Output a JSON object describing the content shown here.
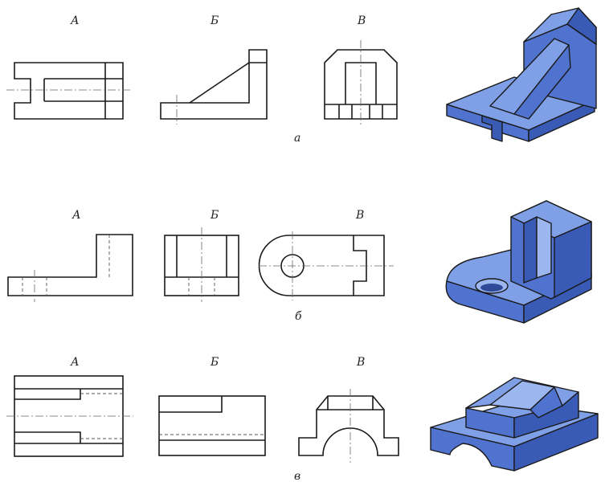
{
  "rows": [
    {
      "caption": "а",
      "views": [
        {
          "label": "А"
        },
        {
          "label": "Б"
        },
        {
          "label": "В"
        }
      ]
    },
    {
      "caption": "б",
      "views": [
        {
          "label": "А"
        },
        {
          "label": "Б"
        },
        {
          "label": "В"
        }
      ]
    },
    {
      "caption": "в",
      "views": [
        {
          "label": "А"
        },
        {
          "label": "Б"
        },
        {
          "label": "В"
        }
      ]
    }
  ],
  "colors": {
    "model_light": "#7f9fe6",
    "model_mid": "#4f73cf",
    "model_dark": "#3a5bb5",
    "line": "#1a1a1a"
  }
}
